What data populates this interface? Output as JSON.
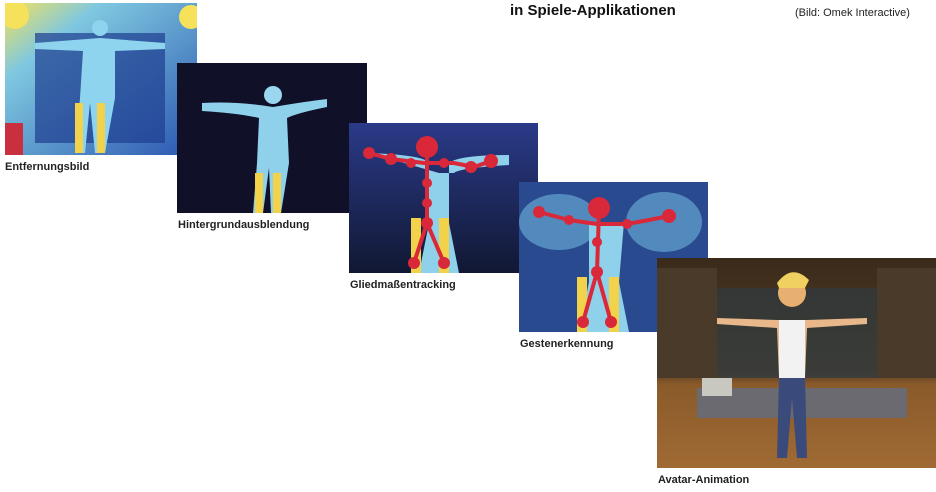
{
  "header": {
    "title": "in Spiele-Applikationen",
    "credit": "(Bild: Omek Interactive)"
  },
  "stages": [
    {
      "label": "Entfernungsbild"
    },
    {
      "label": "Hintergrundausblendung"
    },
    {
      "label": "Gliedmaßentracking"
    },
    {
      "label": "Gestenerkennung"
    },
    {
      "label": "Avatar-Animation"
    }
  ],
  "colors": {
    "depth_far": "#1a3a8a",
    "depth_mid": "#6fc3e0",
    "depth_near": "#f2d24a",
    "skeleton": "#d8283a",
    "avatar_floor": "#8a5a2a"
  }
}
